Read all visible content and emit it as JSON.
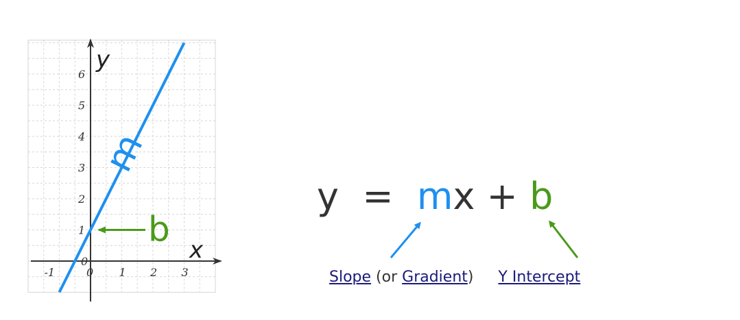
{
  "graph": {
    "x_ticks": [
      "-1",
      "0",
      "1",
      "2",
      "3"
    ],
    "y_ticks": [
      "1",
      "2",
      "3",
      "4",
      "5",
      "6"
    ],
    "origin_label": "0",
    "x_axis_label": "x",
    "y_axis_label": "y",
    "line_label": "m",
    "intercept_label": "b",
    "colors": {
      "line": "#1e90ef",
      "intercept": "#4a9a1a",
      "grid": "#d6d6d6",
      "axes": "#333333"
    }
  },
  "chart_data": {
    "type": "line",
    "series": [
      {
        "x": [
          -1,
          3
        ],
        "y": [
          -1,
          7
        ]
      }
    ],
    "xlim": [
      -2,
      4
    ],
    "ylim": [
      -1,
      7
    ],
    "slope": 2,
    "intercept": 1,
    "grid": true
  },
  "equation": {
    "y": "y",
    "equals": "=",
    "m": "m",
    "x": "x",
    "plus": "+",
    "b": "b"
  },
  "labels": {
    "slope": "Slope",
    "or_open": "(or ",
    "gradient": "Gradient",
    "close": ")",
    "y_intercept": "Y Intercept"
  }
}
